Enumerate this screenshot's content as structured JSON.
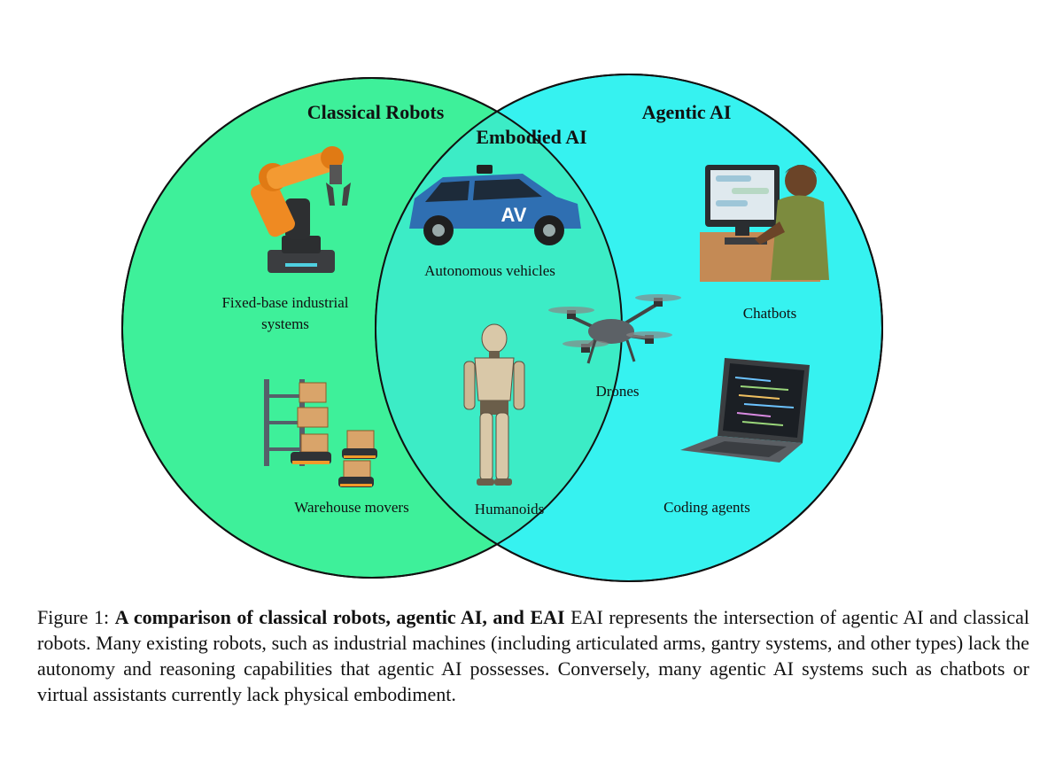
{
  "venn": {
    "sets": {
      "classical": {
        "title": "Classical Robots",
        "color": "#3ef09a"
      },
      "agentic": {
        "title": "Agentic AI",
        "color": "#36f2f0"
      },
      "intersection": {
        "title": "Embodied AI",
        "color": "#3cecc6"
      }
    },
    "items": {
      "fixed_base": [
        "Fixed-base industrial",
        "systems"
      ],
      "warehouse": "Warehouse movers",
      "autonomous": "Autonomous vehicles",
      "drones": "Drones",
      "humanoids": "Humanoids",
      "chatbots": "Chatbots",
      "coding": "Coding agents",
      "av_badge": "AV"
    }
  },
  "caption": {
    "prefix": "Figure 1: ",
    "bold": "A comparison of classical robots, agentic AI, and EAI",
    "body": " EAI represents the intersection of agentic AI and classical robots. Many existing robots, such as industrial machines (including articulated arms, gantry systems, and other types) lack the autonomy and reasoning capabilities that agentic AI possesses. Conversely, many agentic AI systems such as chatbots or virtual assistants currently lack physical embodiment."
  }
}
